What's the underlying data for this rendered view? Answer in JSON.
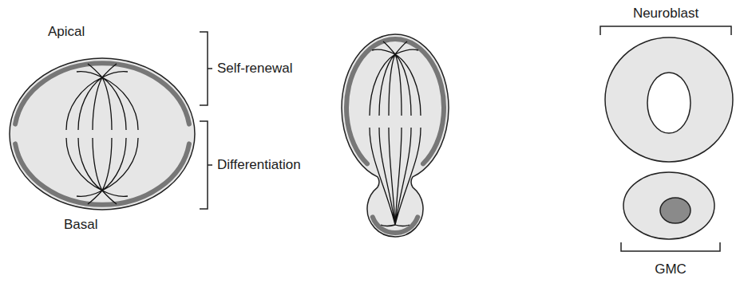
{
  "diagram": {
    "nodes": [
      {
        "text": [
          "Neuroblast"
        ]
      },
      {
        "text": [
          "GMC"
        ]
      }
    ],
    "labels": [
      "Apical",
      "Self-renewal",
      "Differentiation",
      "Basal"
    ]
  }
}
